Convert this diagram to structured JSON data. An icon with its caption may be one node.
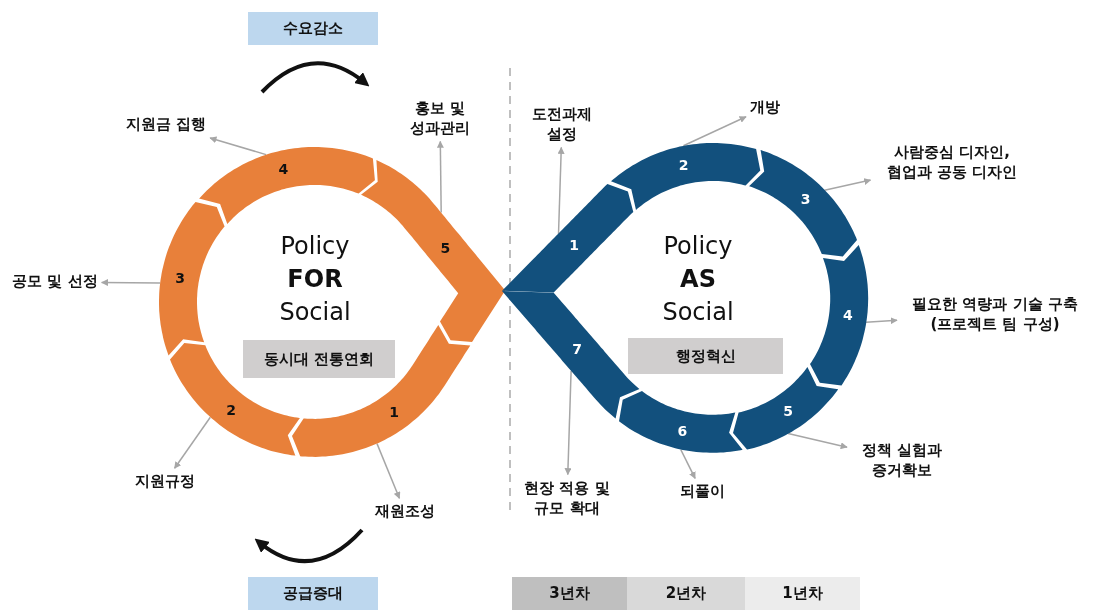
{
  "diagram": {
    "nodes": [
      {
        "text": [
          "수요감소"
        ]
      },
      {
        "text": [
          "1"
        ]
      },
      {
        "text": [
          "2"
        ]
      },
      {
        "text": [
          "3"
        ]
      },
      {
        "text": [
          "4"
        ]
      },
      {
        "text": [
          "5"
        ]
      },
      {
        "text": [
          "동시대 전통연회"
        ]
      },
      {
        "text": [
          "재원조성"
        ]
      },
      {
        "text": [
          "지원규정"
        ]
      },
      {
        "text": [
          "공모 및 선정"
        ]
      },
      {
        "text": [
          "지원금 집행"
        ]
      },
      {
        "text": [
          "홍보 및 성과관리"
        ]
      },
      {
        "text": [
          "공급증대"
        ]
      },
      {
        "text": [
          "1"
        ]
      },
      {
        "text": [
          "2"
        ]
      },
      {
        "text": [
          "3"
        ]
      },
      {
        "text": [
          "4"
        ]
      },
      {
        "text": [
          "5"
        ]
      },
      {
        "text": [
          "6"
        ]
      },
      {
        "text": [
          "7"
        ]
      },
      {
        "text": [
          "행정혁신"
        ]
      },
      {
        "text": [
          "도전과제 설정"
        ]
      },
      {
        "text": [
          "개방"
        ]
      },
      {
        "text": [
          "사람중심 디자인, 협업과 공동 디자인"
        ]
      },
      {
        "text": [
          "필요한 역량과 기술 구축 (프로젝트 팀 구성)"
        ]
      },
      {
        "text": [
          "정책 실험과 증거확보"
        ]
      },
      {
        "text": [
          "되풀이"
        ]
      },
      {
        "text": [
          "현장 적용 및 규모 확대"
        ]
      },
      {
        "text": [
          "3년차"
        ]
      },
      {
        "text": [
          "2년차"
        ]
      },
      {
        "text": [
          "1년차"
        ]
      }
    ],
    "edges": [
      {
        "from": 1,
        "to": 7,
        "arrow": "to"
      },
      {
        "from": 2,
        "to": 8,
        "arrow": "to"
      },
      {
        "from": 3,
        "to": 9,
        "arrow": "to"
      },
      {
        "from": 4,
        "to": 10,
        "arrow": "to"
      },
      {
        "from": 5,
        "to": 11,
        "arrow": "to"
      },
      {
        "from": 13,
        "to": 21,
        "arrow": "to"
      },
      {
        "from": 14,
        "to": 22,
        "arrow": "to"
      },
      {
        "from": 15,
        "to": 23,
        "arrow": "to"
      },
      {
        "from": 16,
        "to": 24,
        "arrow": "to"
      },
      {
        "from": 17,
        "to": 25,
        "arrow": "to"
      },
      {
        "from": 18,
        "to": 26,
        "arrow": "to"
      },
      {
        "from": 19,
        "to": 27,
        "arrow": "to"
      }
    ],
    "labels": [
      "Policy",
      "FOR",
      "Social",
      "Policy",
      "AS",
      "Social"
    ]
  }
}
